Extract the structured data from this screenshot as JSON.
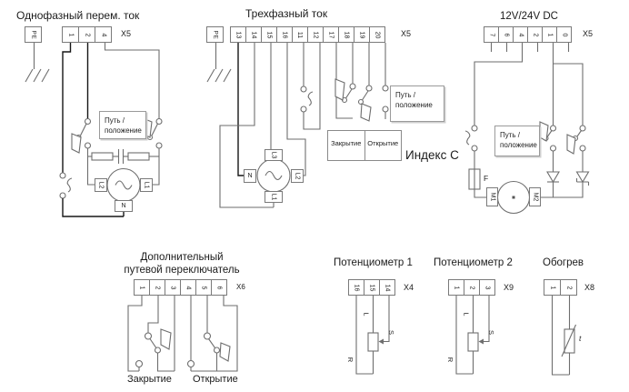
{
  "sections": {
    "single_phase": {
      "title": "Однофазный перем. ток",
      "pe": "PE",
      "connector": "X5",
      "terminals": [
        "1",
        "2",
        "4"
      ],
      "path_box": {
        "line1": "Путь /",
        "line2": "положение"
      },
      "motor": {
        "left": "L2",
        "right": "L1",
        "bottom": "N"
      }
    },
    "three_phase": {
      "title": "Трехфазный ток",
      "pe": "PE",
      "connector": "X5",
      "terminals": [
        "13",
        "14",
        "15",
        "16",
        "11",
        "12",
        "17",
        "18",
        "19",
        "20"
      ],
      "path_box": {
        "line1": "Путь /",
        "line2": "положение"
      },
      "motor": {
        "top": "L3",
        "left": "N",
        "right": "L2",
        "bottom": "L1"
      },
      "table": {
        "closing": "Закрытие",
        "opening": "Открытие"
      },
      "index_label": "Индекс С"
    },
    "dc": {
      "title": "12V/24V DC",
      "connector": "X5",
      "terminals": [
        "7",
        "6",
        "4",
        "2",
        "1",
        "0"
      ],
      "path_box": {
        "line1": "Путь /",
        "line2": "положение"
      },
      "fuse_label": "F",
      "motor": {
        "left": "M1",
        "right": "M2"
      }
    },
    "aux_switch": {
      "title_line1": "Дополнительный",
      "title_line2": "путевой переключатель",
      "connector": "X6",
      "terminals": [
        "1",
        "2",
        "3",
        "4",
        "5",
        "6"
      ],
      "closing_label": "Закрытие",
      "opening_label": "Открытие"
    },
    "pot1": {
      "title": "Потенциометр 1",
      "connector": "X4",
      "terminals": [
        "16",
        "15",
        "14"
      ],
      "labels": {
        "l": "L",
        "s": "S",
        "r": "R"
      }
    },
    "pot2": {
      "title": "Потенциометр 2",
      "connector": "X9",
      "terminals": [
        "1",
        "2",
        "3"
      ],
      "labels": {
        "l": "L",
        "s": "S",
        "r": "R"
      }
    },
    "heater": {
      "title": "Обогрев",
      "connector": "X8",
      "terminals": [
        "1",
        "2"
      ],
      "thermistor_label": "t"
    }
  },
  "colors": {
    "wire": "#6e6e6e",
    "wire_dark": "#161616",
    "text": "#1c1c1c"
  }
}
